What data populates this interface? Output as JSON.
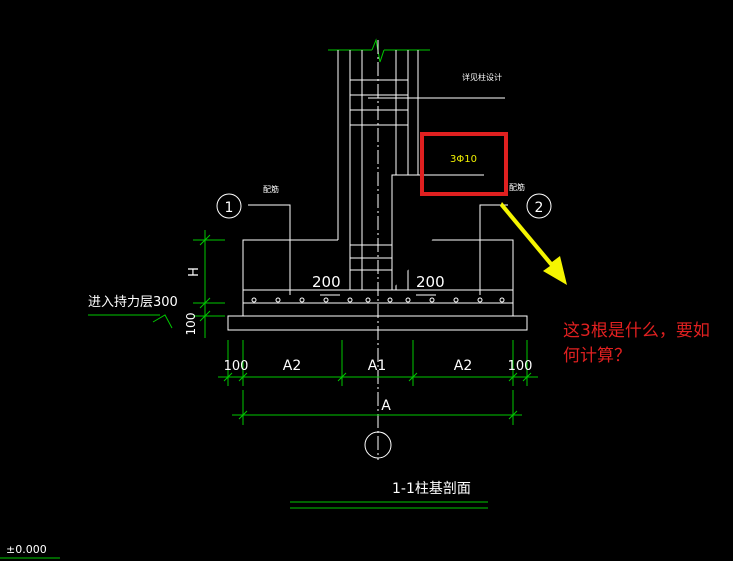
{
  "drawing": {
    "annot_column": "详见柱设计",
    "annot_rebar": "3Φ10",
    "annot_dist_left": "配筋",
    "annot_dist_right": "配筋",
    "callout_1": "1",
    "callout_2": "2",
    "dim_h": "H",
    "bearing_layer": "进入持力层300",
    "dim_100_vert": "100",
    "dim_200_left": "200",
    "dim_200_right": "200",
    "dim_100_left": "100",
    "dim_a2_left": "A2",
    "dim_a1": "A1",
    "dim_a2_right": "A2",
    "dim_100_right": "100",
    "dim_a": "A",
    "section_title": "1-1柱基剖面",
    "elevation": "±0.000"
  },
  "question": {
    "line1": "这3根是什么，要如",
    "line2": "何计算？"
  },
  "colors": {
    "line": "#ffffff",
    "green": "#00c800",
    "yellow_text": "#f0f000",
    "highlight_box": "#e02020",
    "arrow": "#f5f500",
    "question_text": "#e02020"
  }
}
